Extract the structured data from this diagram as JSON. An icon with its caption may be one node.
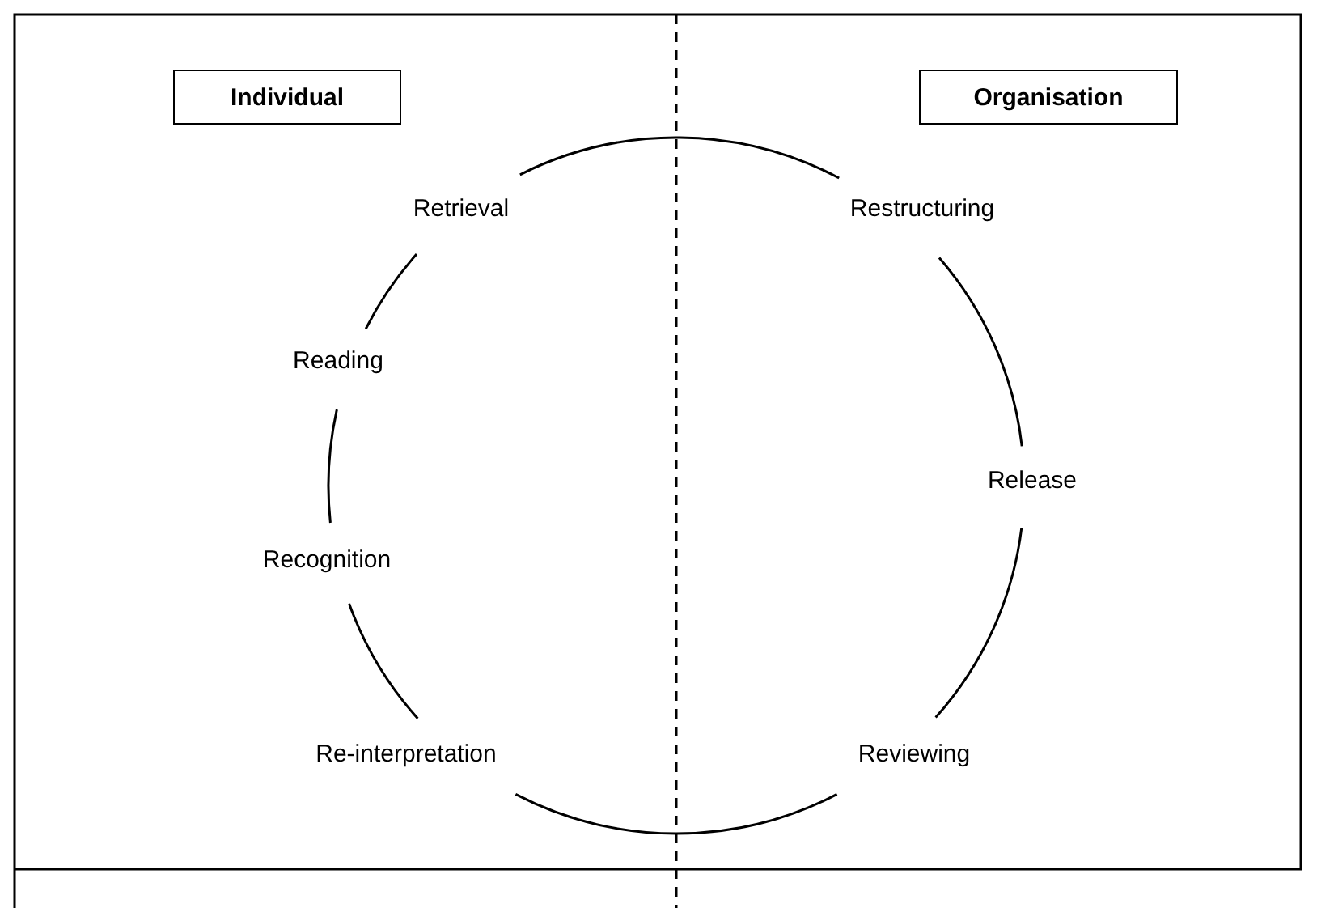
{
  "diagram": {
    "nodes": [
      {
        "text": [
          "Individual"
        ]
      },
      {
        "text": [
          "Organisation"
        ]
      },
      {
        "text": [
          "Retrieval"
        ]
      },
      {
        "text": [
          "Restructuring"
        ]
      },
      {
        "text": [
          "Release"
        ]
      },
      {
        "text": [
          "Reviewing"
        ]
      },
      {
        "text": [
          "Re-interpretation"
        ]
      },
      {
        "text": [
          "Recognition"
        ]
      },
      {
        "text": [
          "Reading"
        ]
      }
    ],
    "edges": [
      {
        "from": 2,
        "to": 3,
        "arrow": "none"
      },
      {
        "from": 3,
        "to": 4,
        "arrow": "none"
      },
      {
        "from": 4,
        "to": 5,
        "arrow": "none"
      },
      {
        "from": 5,
        "to": 6,
        "arrow": "none"
      },
      {
        "from": 6,
        "to": 7,
        "arrow": "none"
      },
      {
        "from": 7,
        "to": 8,
        "arrow": "none"
      },
      {
        "from": 8,
        "to": 2,
        "arrow": "none"
      }
    ]
  }
}
